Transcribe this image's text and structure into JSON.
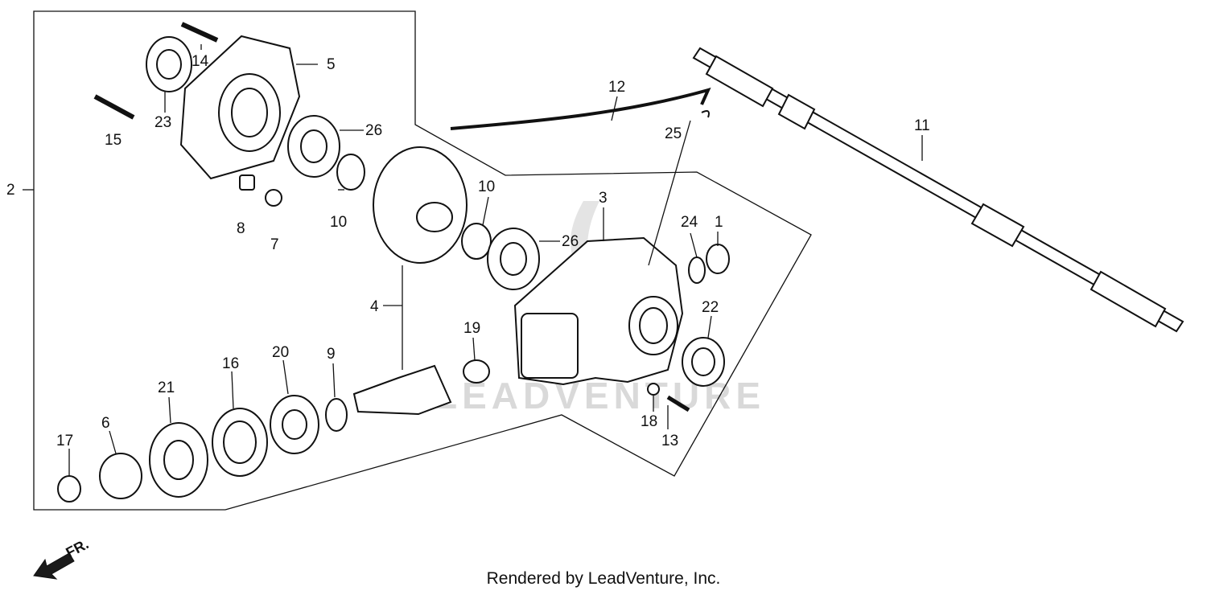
{
  "diagram": {
    "watermark": "LEADVENTURE",
    "direction_label": "FR.",
    "footer": "Rendered by LeadVenture, Inc.",
    "callouts": [
      "1",
      "2",
      "3",
      "4",
      "5",
      "6",
      "7",
      "8",
      "9",
      "10",
      "10",
      "11",
      "12",
      "13",
      "14",
      "15",
      "16",
      "17",
      "18",
      "19",
      "20",
      "21",
      "22",
      "23",
      "24",
      "25",
      "26",
      "26"
    ]
  }
}
